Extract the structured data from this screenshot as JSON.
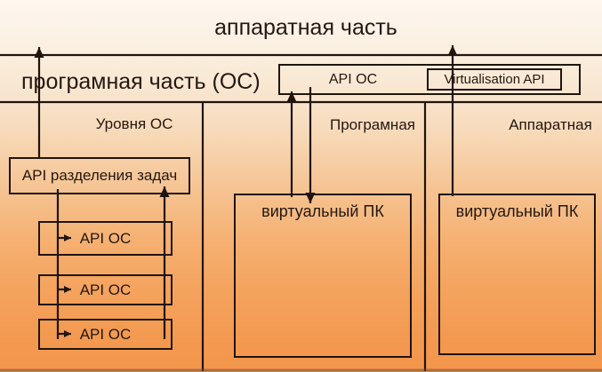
{
  "diagram": {
    "title": "аппаратная часть",
    "software_layer_label": "програмная часть (ОС)",
    "columns": [
      {
        "label": "Уровня ОС"
      },
      {
        "label": "Програмная"
      },
      {
        "label": "Аппаратная"
      }
    ],
    "top_api_box": {
      "label": "API ОС",
      "virtualisation_label": "Virtualisation API"
    },
    "task_api_label": "API разделения задач",
    "os_api_items": [
      "API ОС",
      "API ОС",
      "API ОС"
    ],
    "virtual_pc_software_label": "виртуальный ПК",
    "virtual_pc_hardware_label": "виртуальный ПК",
    "colors": {
      "ink": "#20140c",
      "background_top": "#fdf7ef",
      "background_bottom": "#f3964b"
    }
  }
}
